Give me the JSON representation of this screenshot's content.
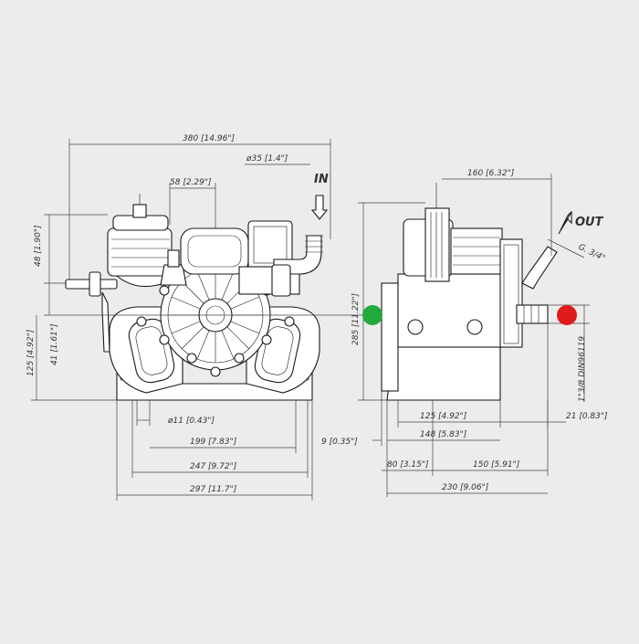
{
  "colors": {
    "background": "#ececec",
    "inlet_marker": "#22aa3c",
    "outlet_marker": "#e01b1b"
  },
  "labels": {
    "in": "IN",
    "out": "OUT",
    "thread_out": "G. 3/4\"",
    "thread_side": "1\"3/8 DIN96119"
  },
  "front_view": {
    "dims": {
      "overall_width": "380 [14.96\"]",
      "inlet_dia": "ø35 [1.4\"]",
      "inlet_offset": "58 [2.29\"]",
      "upper_height": "48 [1.90\"]",
      "mid_height": "41 [1.61\"]",
      "lower_height": "125 [4.92\"]",
      "hole_dia": "ø11 [0.43\"]",
      "hole_spacing": "199 [7.83\"]",
      "base_width": "247 [9.72\"]",
      "total_width": "297 [11.7\"]"
    }
  },
  "side_view": {
    "dims": {
      "top_width": "160 [6.32\"]",
      "height": "285 [11.22\"]",
      "base_inner": "125 [4.92\"]",
      "base_outer": "148 [5.83\"]",
      "flange": "9 [0.35\"]",
      "right_offset": "21 [0.83\"]",
      "left_part": "80 [3.15\"]",
      "right_part": "150 [5.91\"]",
      "total_depth": "230 [9.06\"]"
    }
  }
}
